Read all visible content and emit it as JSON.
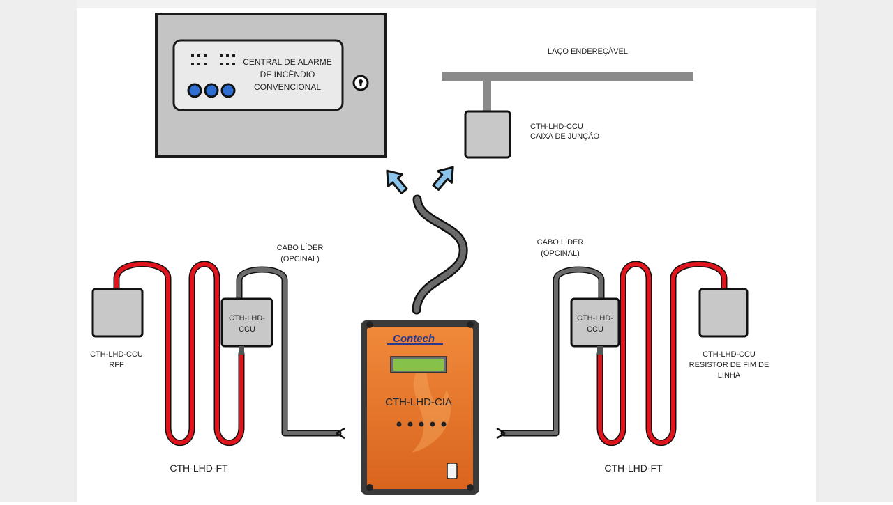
{
  "panel": {
    "title_lines": [
      "CENTRAL DE ALARME",
      "DE INCÊNDIO",
      "CONVENCIONAL"
    ]
  },
  "loop": {
    "label": "LAÇO ENDEREÇÁVEL"
  },
  "junction_box": {
    "name": "CTH-LHD-CCU",
    "desc": "CAIXA DE JUNÇÃO"
  },
  "left_side": {
    "leader_cable_lines": [
      "CABO LÍDER",
      "(OPCINAL)"
    ],
    "ccu_lines": [
      "CTH-LHD-",
      "CCU"
    ],
    "rff_lines": [
      "CTH-LHD-CCU",
      "RFF"
    ],
    "cable_label": "CTH-LHD-FT"
  },
  "right_side": {
    "leader_cable_lines": [
      "CABO LÍDER",
      "(OPCINAL)"
    ],
    "ccu_lines": [
      "CTH-LHD-",
      "CCU"
    ],
    "eol_lines": [
      "CTH-LHD-CCU",
      "RESISTOR DE FIM DE",
      "LINHA"
    ],
    "cable_label": "CTH-LHD-FT"
  },
  "controller": {
    "brand": "Contech",
    "model": "CTH-LHD-CIA"
  },
  "colors": {
    "heat_cable": "#e0141c",
    "leader_cable": "#666666",
    "box_fill": "#c8c8c8",
    "panel_fill": "#c4c4c4",
    "controller_orange": "#e8772a",
    "lcd_green": "#86c14a",
    "arrow_blue": "#8cc4ea",
    "panel_button_blue": "#2f6fd1"
  }
}
